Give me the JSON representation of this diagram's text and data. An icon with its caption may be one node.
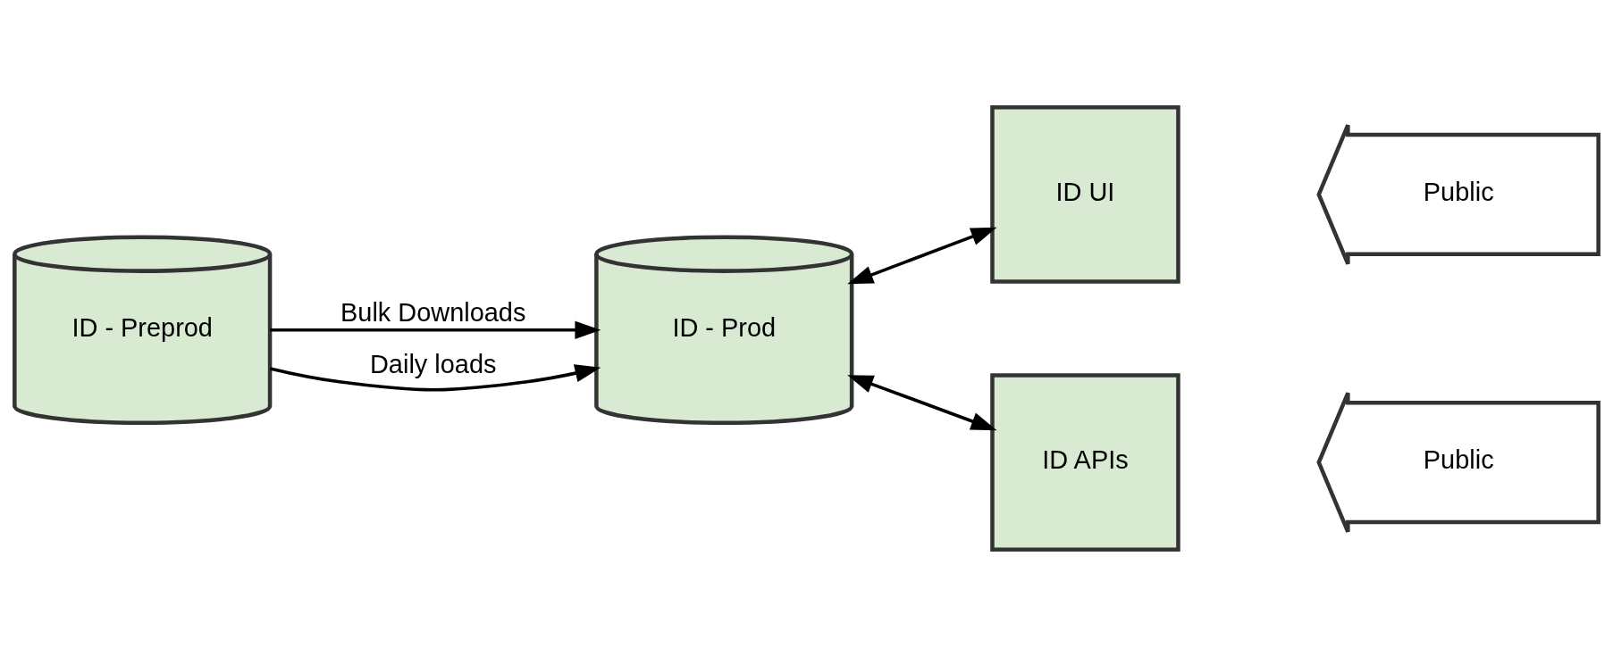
{
  "diagram": {
    "nodes": [
      {
        "text": [
          "ID - Preprod"
        ]
      },
      {
        "text": [
          "ID - Prod"
        ]
      },
      {
        "text": [
          "ID UI"
        ]
      },
      {
        "text": [
          "ID APIs"
        ]
      },
      {
        "text": [
          "Public"
        ]
      },
      {
        "text": [
          "Public"
        ]
      }
    ],
    "edges": [
      {
        "from": 0,
        "to": 1,
        "arrow": "to",
        "label": "Bulk Downloads"
      },
      {
        "from": 0,
        "to": 1,
        "arrow": "to",
        "label": "Daily loads"
      },
      {
        "from": 1,
        "to": 2,
        "arrow": "both"
      },
      {
        "from": 1,
        "to": 3,
        "arrow": "both"
      }
    ]
  }
}
